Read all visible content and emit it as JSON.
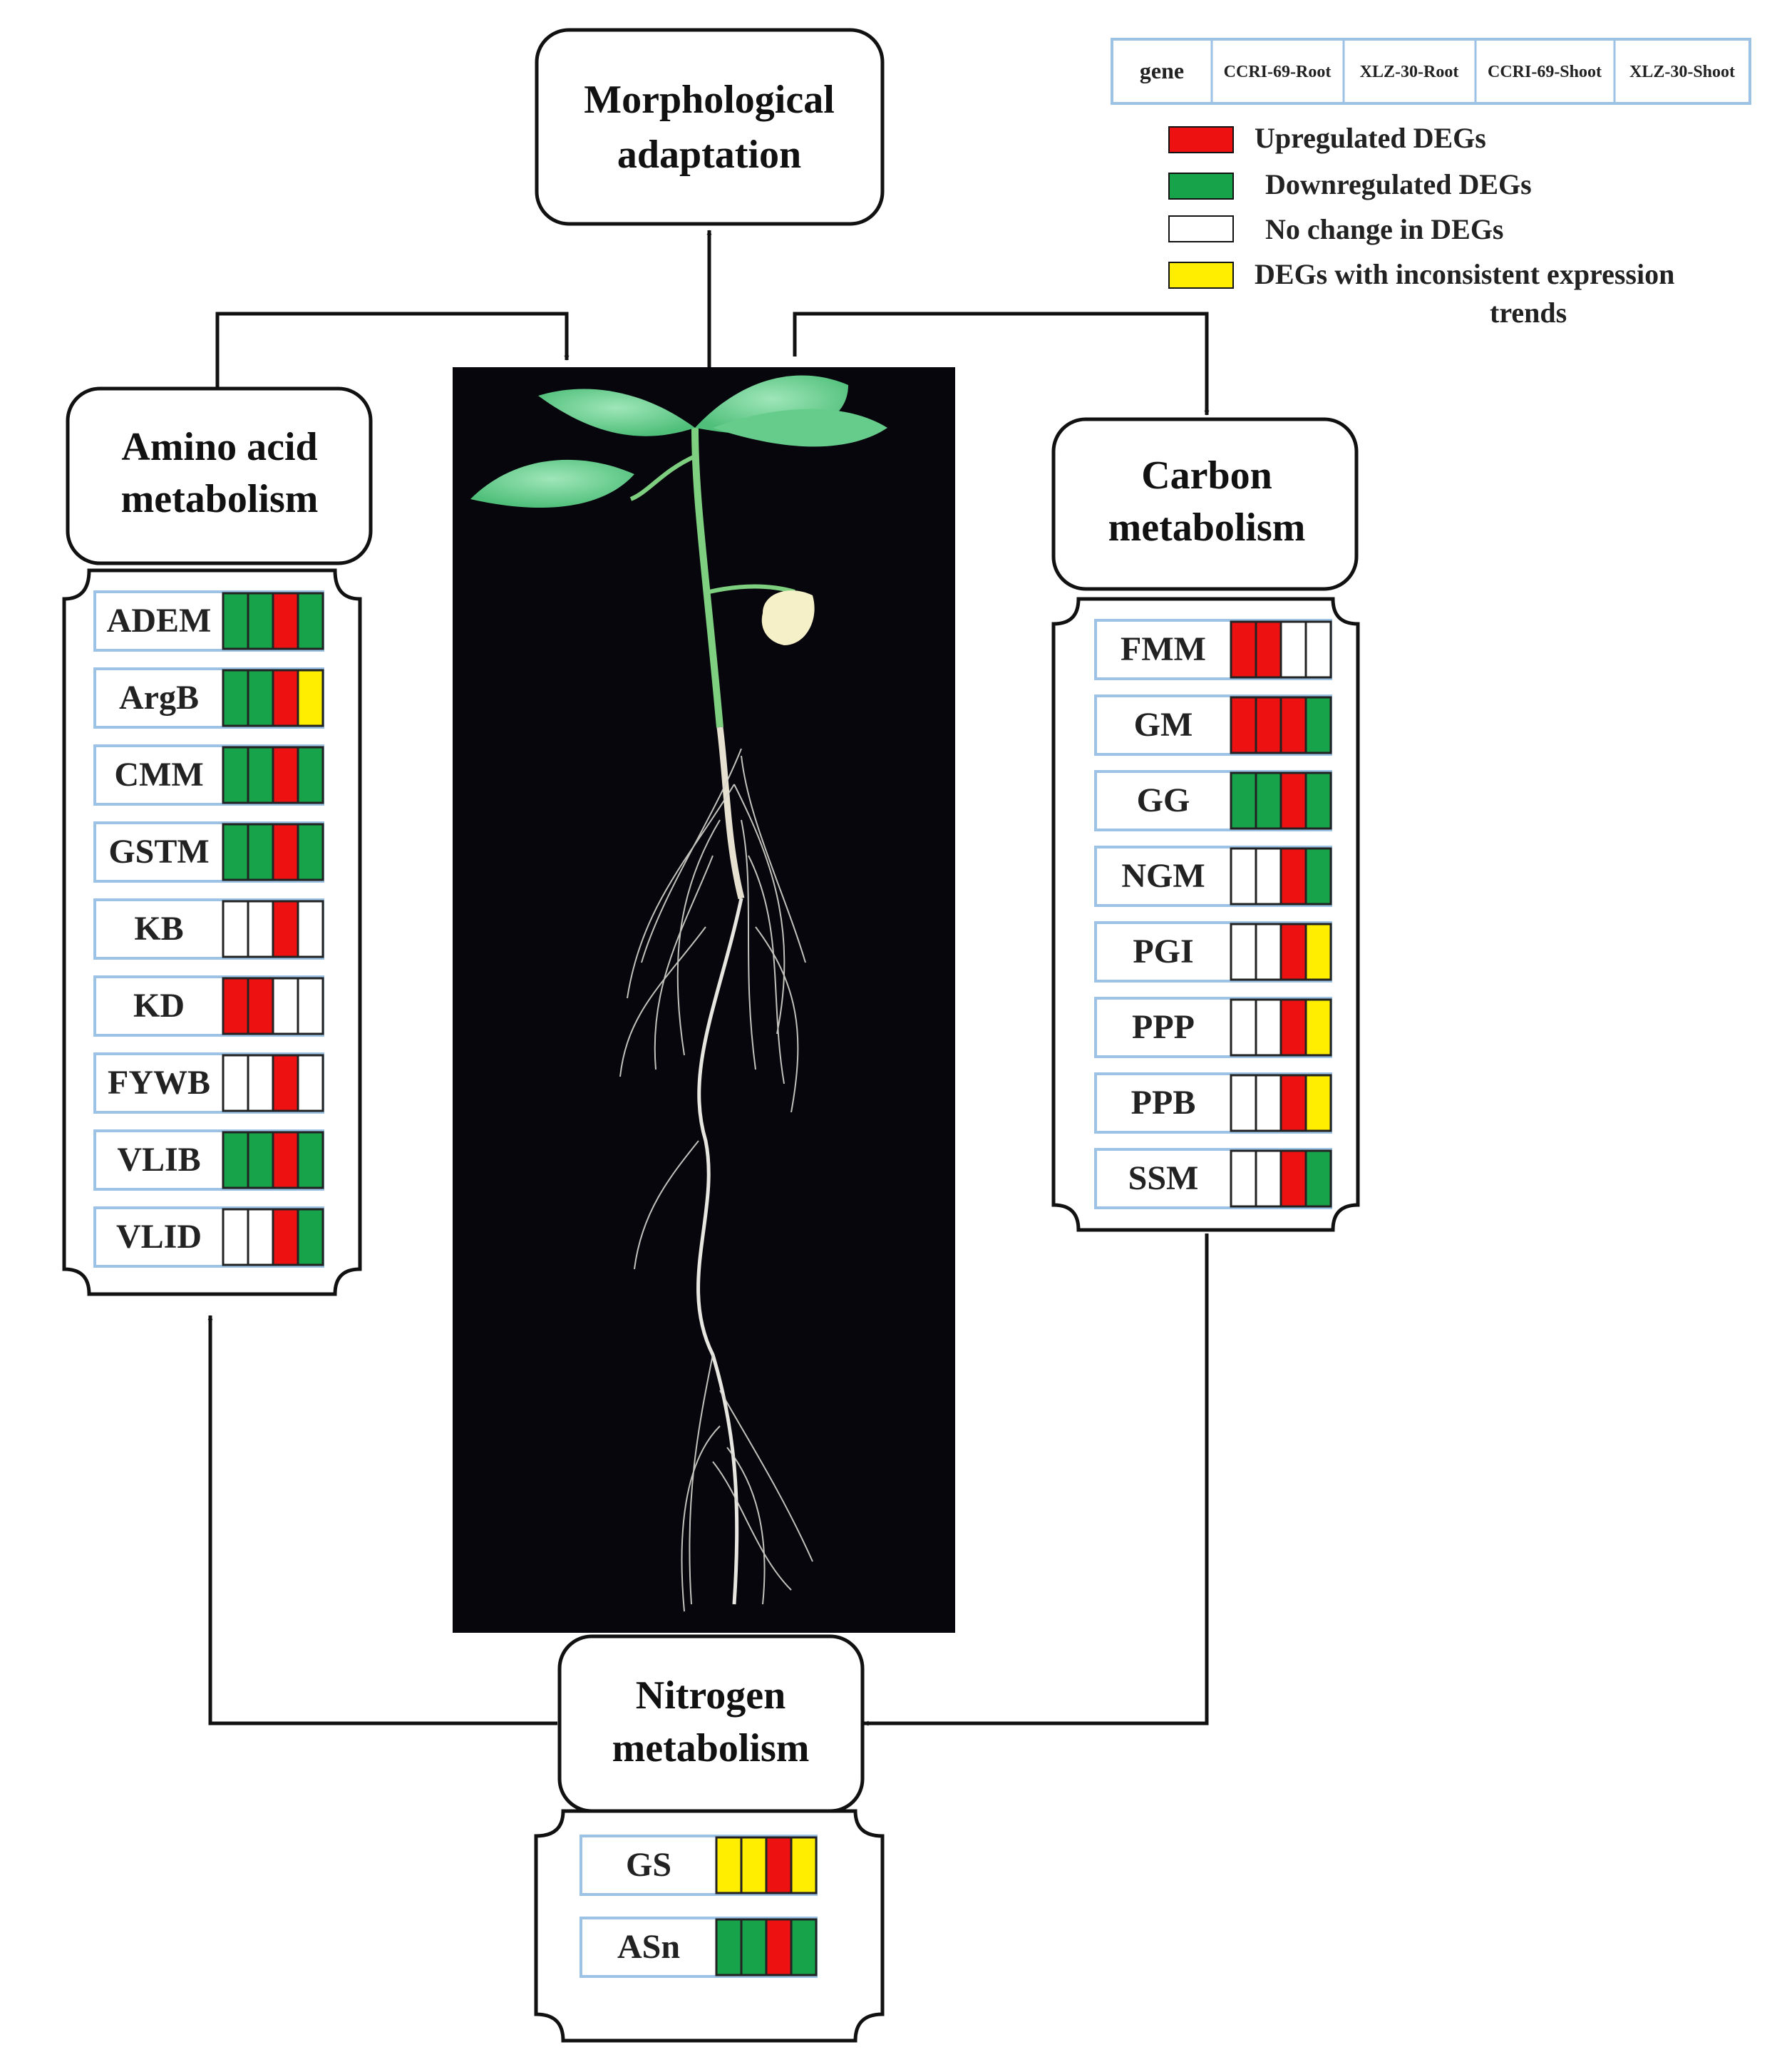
{
  "colors": {
    "up": "#ee1111",
    "down": "#16a34a",
    "none": "#ffffff",
    "inconsistent": "#ffee00"
  },
  "header": {
    "cells": [
      "gene",
      "CCRI-69-Root",
      "XLZ-30-Root",
      "CCRI-69-Shoot",
      "XLZ-30-Shoot"
    ]
  },
  "legend": {
    "items": [
      {
        "color": "up",
        "label": "Upregulated DEGs"
      },
      {
        "color": "down",
        "label": "Downregulated DEGs"
      },
      {
        "color": "none",
        "label": "No change in DEGs"
      },
      {
        "color": "inconsistent",
        "label": "DEGs with inconsistent expression",
        "label2": "trends"
      }
    ]
  },
  "top": {
    "line1": "Morphological",
    "line2": "adaptation"
  },
  "amino": {
    "line1": "Amino acid",
    "line2": "metabolism",
    "genes": [
      {
        "name": "ADEM",
        "cells": [
          "down",
          "down",
          "up",
          "down"
        ]
      },
      {
        "name": "ArgB",
        "cells": [
          "down",
          "down",
          "up",
          "inconsistent"
        ]
      },
      {
        "name": "CMM",
        "cells": [
          "down",
          "down",
          "up",
          "down"
        ]
      },
      {
        "name": "GSTM",
        "cells": [
          "down",
          "down",
          "up",
          "down"
        ]
      },
      {
        "name": "KB",
        "cells": [
          "none",
          "none",
          "up",
          "none"
        ]
      },
      {
        "name": "KD",
        "cells": [
          "up",
          "up",
          "none",
          "none"
        ]
      },
      {
        "name": "FYWB",
        "cells": [
          "none",
          "none",
          "up",
          "none"
        ]
      },
      {
        "name": "VLIB",
        "cells": [
          "down",
          "down",
          "up",
          "down"
        ]
      },
      {
        "name": "VLID",
        "cells": [
          "none",
          "none",
          "up",
          "down"
        ]
      }
    ]
  },
  "carbon": {
    "line1": "Carbon",
    "line2": "metabolism",
    "genes": [
      {
        "name": "FMM",
        "cells": [
          "up",
          "up",
          "none",
          "none"
        ]
      },
      {
        "name": "GM",
        "cells": [
          "up",
          "up",
          "up",
          "down"
        ]
      },
      {
        "name": "GG",
        "cells": [
          "down",
          "down",
          "up",
          "down"
        ]
      },
      {
        "name": "NGM",
        "cells": [
          "none",
          "none",
          "up",
          "down"
        ]
      },
      {
        "name": "PGI",
        "cells": [
          "none",
          "none",
          "up",
          "inconsistent"
        ]
      },
      {
        "name": "PPP",
        "cells": [
          "none",
          "none",
          "up",
          "inconsistent"
        ]
      },
      {
        "name": "PPB",
        "cells": [
          "none",
          "none",
          "up",
          "inconsistent"
        ]
      },
      {
        "name": "SSM",
        "cells": [
          "none",
          "none",
          "up",
          "down"
        ]
      }
    ]
  },
  "nitrogen": {
    "line1": "Nitrogen",
    "line2": "metabolism",
    "genes": [
      {
        "name": "GS",
        "cells": [
          "inconsistent",
          "inconsistent",
          "up",
          "inconsistent"
        ]
      },
      {
        "name": "ASn",
        "cells": [
          "down",
          "down",
          "up",
          "down"
        ]
      }
    ]
  }
}
